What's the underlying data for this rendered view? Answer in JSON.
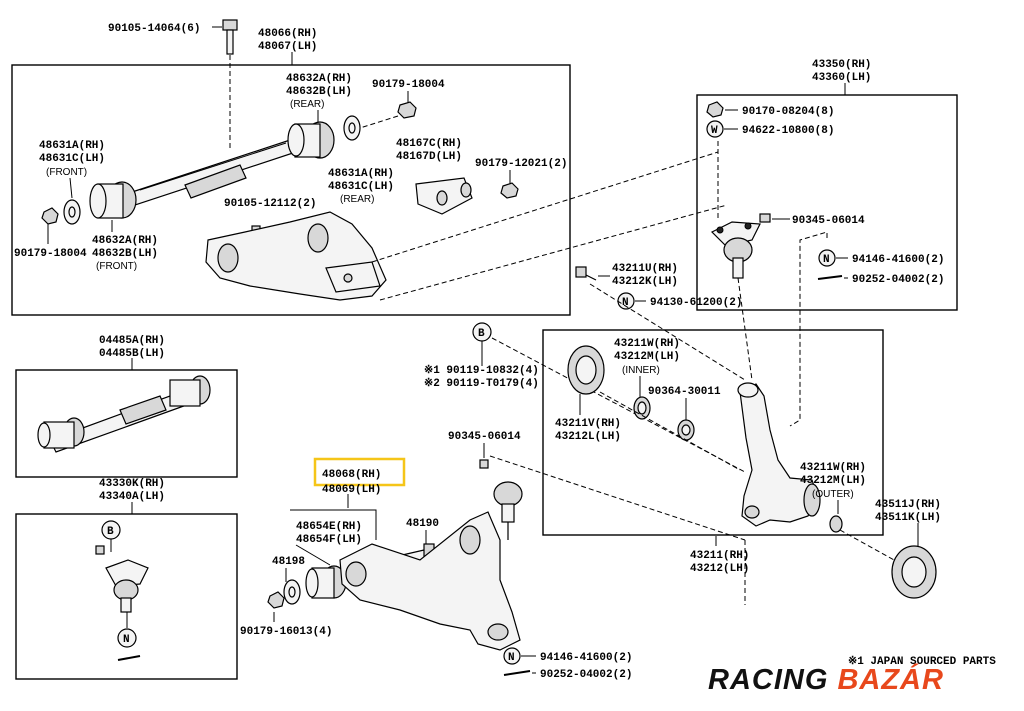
{
  "labels": {
    "p90105_14064": "90105-14064(6)",
    "p48066": "48066(RH)",
    "p48067": "48067(LH)",
    "p48632A_top": "48632A(RH)",
    "p48632B_top": "48632B(LH)",
    "rear_1": "(REAR)",
    "p90179_18004_top": "90179-18004",
    "p48631A_left": "48631A(RH)",
    "p48631C_left": "48631C(LH)",
    "front_1": "(FRONT)",
    "p48167C": "48167C(RH)",
    "p48167D": "48167D(LH)",
    "p90179_12021": "90179-12021(2)",
    "p48631A_mid": "48631A(RH)",
    "p48631C_mid": "48631C(LH)",
    "rear_2": "(REAR)",
    "p90105_12112": "90105-12112(2)",
    "p90179_18004_left": "90179-18004",
    "p48632A_bot": "48632A(RH)",
    "p48632B_bot": "48632B(LH)",
    "front_2": "(FRONT)",
    "p43350": "43350(RH)",
    "p43360": "43360(LH)",
    "p90170_08204": "90170-08204(8)",
    "p94622_10800": "94622-10800(8)",
    "p90345_06014_top": "90345-06014",
    "p94146_41600_top": "94146-41600(2)",
    "p90252_04002_top": "90252-04002(2)",
    "p43211U": "43211U(RH)",
    "p43212K": "43212K(LH)",
    "p94130_61200": "94130-61200(2)",
    "p04485A": "04485A(RH)",
    "p04485B": "04485B(LH)",
    "p90119_10832": "※1 90119-10832(4)",
    "p90119_T0179": "※2 90119-T0179(4)",
    "p43211W_top": "43211W(RH)",
    "p43212M_top": "43212M(LH)",
    "inner": "(INNER)",
    "p90364_30011": "90364-30011",
    "p43211V": "43211V(RH)",
    "p43212L": "43212L(LH)",
    "p90345_06014_mid": "90345-06014",
    "p48068": "48068(RH)",
    "p48069": "48069(LH)",
    "p43211W_bot": "43211W(RH)",
    "p43212M_bot": "43212M(LH)",
    "outer": "(OUTER)",
    "p43330K": "43330K(RH)",
    "p43340A": "43340A(LH)",
    "p48654E": "48654E(RH)",
    "p48654F": "48654F(LH)",
    "p48190": "48190",
    "p48198": "48198",
    "p43511J": "43511J(RH)",
    "p43511K": "43511K(LH)",
    "p43211": "43211(RH)",
    "p43212": "43212(LH)",
    "p90179_16013": "90179-16013(4)",
    "p94146_41600_bot": "94146-41600(2)",
    "p90252_04002_bot": "90252-04002(2)",
    "japan_note": "※1 JAPAN SOURCED PARTS"
  },
  "callouts": {
    "b_top": "B",
    "b_left": "B",
    "w": "W",
    "n1": "N",
    "n2": "N",
    "n3": "N",
    "n4": "N"
  },
  "logo": {
    "word1": "RACING",
    "word2": "BAZÁR"
  },
  "highlight": {
    "part": "48068(RH)",
    "color": "#f5c518"
  },
  "icons": [
    "hex-bolt-icon",
    "nut-icon",
    "washer-icon",
    "bushing-icon",
    "ball-joint-icon",
    "cotter-pin-icon",
    "knuckle-icon",
    "grease-seal-icon",
    "bearing-icon",
    "dust-deflector-icon"
  ]
}
